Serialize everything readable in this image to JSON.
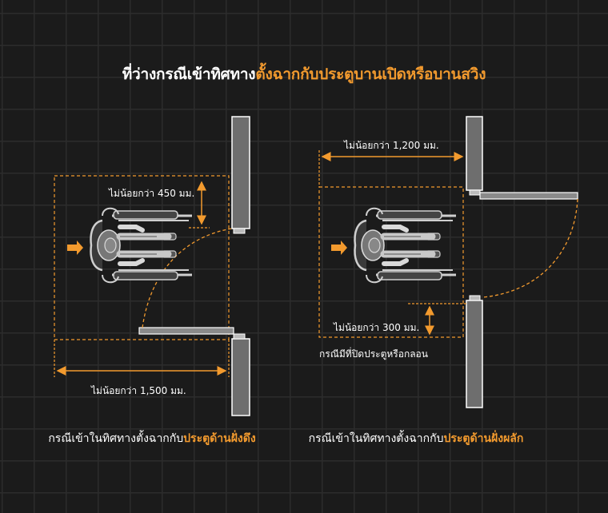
{
  "title": {
    "prefix": "ที่ว่างกรณีเข้าทิศทาง",
    "highlight": "ตั้งฉากกับประตูบานเปิดหรือบานสวิง"
  },
  "left_diagram": {
    "dim_top": "ไม่น้อยกว่า 450 มม.",
    "dim_bottom": "ไม่น้อยกว่า 1,500 มม.",
    "caption_prefix": "กรณีเข้าในทิศทางตั้งฉากกับ",
    "caption_highlight": "ประตูด้านฝั่งดึง"
  },
  "right_diagram": {
    "dim_top": "ไม่น้อยกว่า 1,200 มม.",
    "dim_bottom": "ไม่น้อยกว่า 300 มม.",
    "note": "กรณีมีที่ปิดประตูหรือกลอน",
    "caption_prefix": "กรณีเข้าในทิศทางตั้งฉากกับ",
    "caption_highlight": "ประตูด้านฝั่งผลัก"
  },
  "colors": {
    "accent": "#f29a2e",
    "background": "#1b1b1b",
    "wall": "#6e6e6e"
  }
}
